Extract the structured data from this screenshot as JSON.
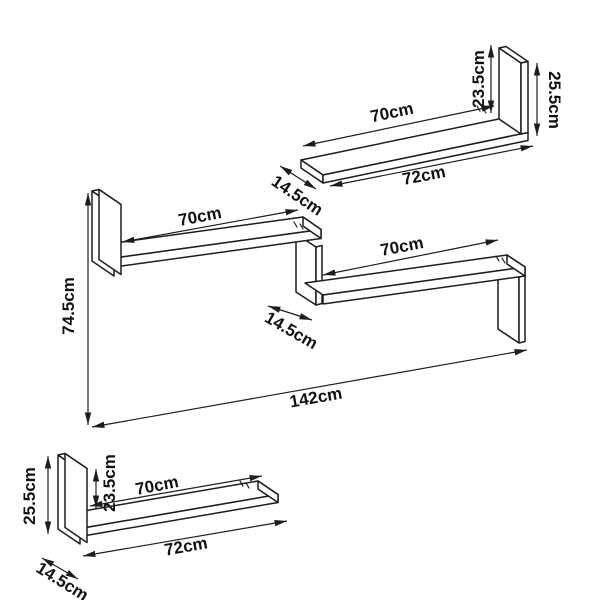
{
  "diagram": {
    "type": "furniture-dimension-drawing",
    "background_color": "#ffffff",
    "line_color": "#1d1d1d",
    "units": [
      {
        "name": "top-right-l-shelf",
        "labels": {
          "top_length": "70cm",
          "bottom_length": "72cm",
          "depth": "14.5cm",
          "inner_height": "23.5cm",
          "outer_height": "25.5cm"
        }
      },
      {
        "name": "middle-zigzag-shelf",
        "labels": {
          "overall_height": "74.5cm",
          "upper_length": "70cm",
          "lower_length": "70cm",
          "depth": "14.5cm",
          "overall_width": "142cm"
        }
      },
      {
        "name": "bottom-left-l-shelf",
        "labels": {
          "outer_height": "25.5cm",
          "inner_height": "23.5cm",
          "top_length": "70cm",
          "depth": "14.5cm",
          "bottom_length": "72cm"
        }
      }
    ]
  }
}
